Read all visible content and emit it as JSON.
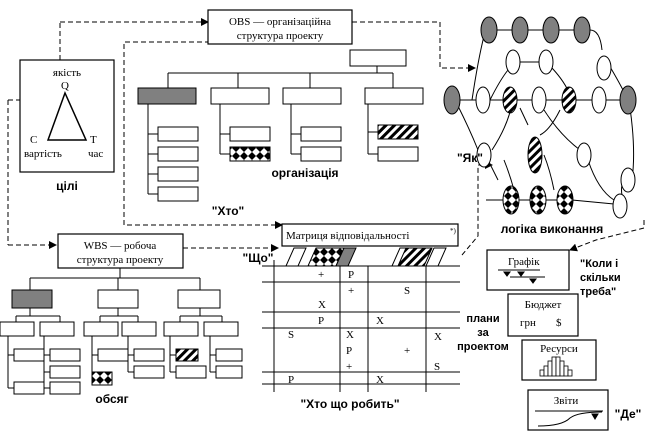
{
  "goals": {
    "quality": "якість",
    "q": "Q",
    "c": "C",
    "cost": "вартість",
    "t": "T",
    "time": "час",
    "caption": "цілі"
  },
  "obs": {
    "title_line1": "OBS — організаційна",
    "title_line2": "структура проекту",
    "caption": "організація",
    "who": "\"Хто\""
  },
  "wbs": {
    "title_line1": "WBS — робоча",
    "title_line2": "структура проекту",
    "caption": "обсяг",
    "what": "\"Що\""
  },
  "network": {
    "how": "\"Як\"",
    "caption": "логіка виконання"
  },
  "matrix": {
    "title": "Матриця відповідальності",
    "title_sup": "*)",
    "caption": "\"Хто що робить\"",
    "cells": {
      "r1c2": "+",
      "r1c3": "P",
      "r2c3": "+",
      "r2c5": "S",
      "r3c2": "X",
      "r4c2": "P",
      "r4c4": "X",
      "r5c1": "S",
      "r5c3a": "X",
      "r5c3b": "P",
      "r5c3c": "+",
      "r5c5a": "X",
      "r5c4": "+",
      "r5c5b": "S",
      "r6c1": "P",
      "r6c4": "X"
    }
  },
  "plans": {
    "line1": "плани",
    "line2": "за",
    "line3": "проектом",
    "schedule": "Графік",
    "when_line1": "\"Коли і",
    "when_line2": "скільки",
    "when_line3": "треба\"",
    "budget": "Бюджет",
    "budget_unit": "грн",
    "budget_sym": "$",
    "resources": "Ресурси",
    "reports": "Звіти",
    "where": "\"Де\""
  }
}
